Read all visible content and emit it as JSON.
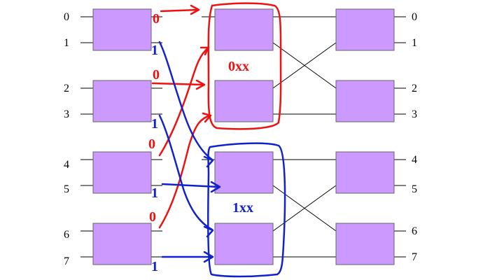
{
  "colors": {
    "switch_fill": "#cc99ff",
    "switch_stroke": "#666666",
    "wire": "#000000",
    "route_zero": "#ee1111",
    "route_one": "#1122cc"
  },
  "input_labels": [
    "0",
    "1",
    "2",
    "3",
    "4",
    "5",
    "6",
    "7"
  ],
  "output_labels": [
    "0",
    "1",
    "2",
    "3",
    "4",
    "5",
    "6",
    "7"
  ],
  "annotations": {
    "zero_bits": [
      "0",
      "0",
      "0",
      "0"
    ],
    "one_bits": [
      "1",
      "1",
      "1",
      "1"
    ],
    "upper_group": "0xx",
    "lower_group": "1xx"
  }
}
